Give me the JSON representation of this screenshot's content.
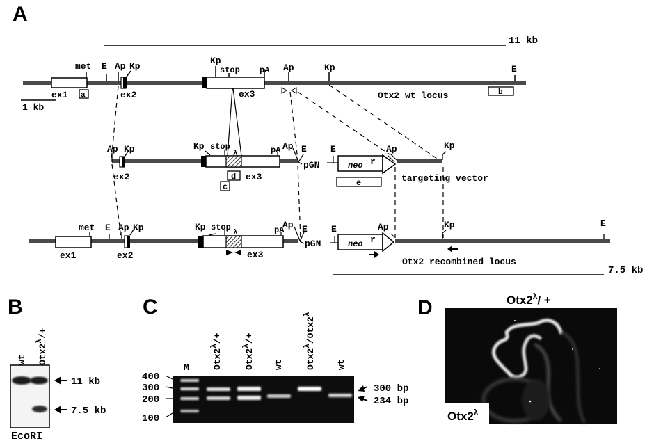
{
  "panels": {
    "A": {
      "letter": "A",
      "scale_bar": "1 kb",
      "wt_fragment": "11 kb",
      "recomb_fragment": "7.5 kb",
      "wt_locus": {
        "title": "Otx2 wt locus",
        "sites": {
          "met": "met",
          "E1": "E",
          "Ap1": "Ap",
          "Kp1": "Kp",
          "Kp2": "Kp",
          "stop": "stop",
          "pA": "pA",
          "Ap2": "Ap",
          "Kp3": "Kp",
          "E2": "E"
        },
        "exons": [
          "ex1",
          "ex2",
          "ex3"
        ],
        "probes": [
          "a",
          "b"
        ]
      },
      "targeting_vector": {
        "title": "targeting vector",
        "sites": {
          "Ap1": "Ap",
          "Kp1": "Kp",
          "Kp2": "Kp",
          "stop": "stop",
          "lambda": "λ",
          "pA": "pA",
          "Ap2": "Ap",
          "E1": "E",
          "pGN": "pGN",
          "E2": "E",
          "Ap3": "Ap",
          "Kp3": "Kp"
        },
        "exons": [
          "ex2",
          "ex3"
        ],
        "neo": "neo",
        "neo_sup": "r",
        "probes": [
          "c",
          "d",
          "e"
        ]
      },
      "recombined_locus": {
        "title": "Otx2 recombined locus",
        "sites": {
          "met": "met",
          "E1": "E",
          "Ap1": "Ap",
          "Kp1": "Kp",
          "Kp2": "Kp",
          "stop": "stop",
          "lambda": "λ",
          "pA": "pA",
          "Ap2": "Ap",
          "E2": "E",
          "pGN": "pGN",
          "E3": "E",
          "Ap3": "Ap",
          "Kp3": "Kp",
          "E4": "E"
        },
        "exons": [
          "ex1",
          "ex2",
          "ex3"
        ],
        "neo": "neo",
        "neo_sup": "r"
      }
    },
    "B": {
      "letter": "B",
      "lanes": [
        "wt",
        "Otx2"
      ],
      "lane2_sup": "λ",
      "lane2_suffix": "/+",
      "bands": [
        "11 kb",
        "7.5 kb"
      ],
      "enzyme": "EcoRI"
    },
    "C": {
      "letter": "C",
      "marker_label": "M",
      "marker_sizes": [
        "400",
        "300",
        "200",
        "100"
      ],
      "lanes": [
        {
          "name": "Otx2",
          "sup": "λ",
          "suffix": "/+"
        },
        {
          "name": "Otx2",
          "sup": "λ",
          "suffix": "/+"
        },
        {
          "name": "wt",
          "sup": "",
          "suffix": ""
        },
        {
          "name": "Otx2",
          "sup": "λ",
          "suffix": "/Otx2",
          "sup2": "λ"
        },
        {
          "name": "wt",
          "sup": "",
          "suffix": ""
        }
      ],
      "band_labels": [
        "300 bp",
        "234 bp"
      ]
    },
    "D": {
      "letter": "D",
      "title": "Otx2",
      "title_sup": "λ",
      "title_suffix": "/ +",
      "corner_label": "Otx2",
      "corner_sup": "λ"
    }
  },
  "chart_data": {
    "type": "table",
    "title": "PCR genotyping (panel C)",
    "marker_bp": [
      400,
      300,
      200,
      100
    ],
    "lanes": [
      "Otx2λ/+",
      "Otx2λ/+",
      "wt",
      "Otx2λ/Otx2λ",
      "wt"
    ],
    "bands_bp": [
      [
        300,
        234
      ],
      [
        300,
        234
      ],
      [
        234
      ],
      [
        300
      ],
      [
        234
      ]
    ],
    "southern_blot_EcoRI": {
      "wt": [
        "11 kb"
      ],
      "Otx2λ/+": [
        "11 kb",
        "7.5 kb"
      ]
    }
  }
}
